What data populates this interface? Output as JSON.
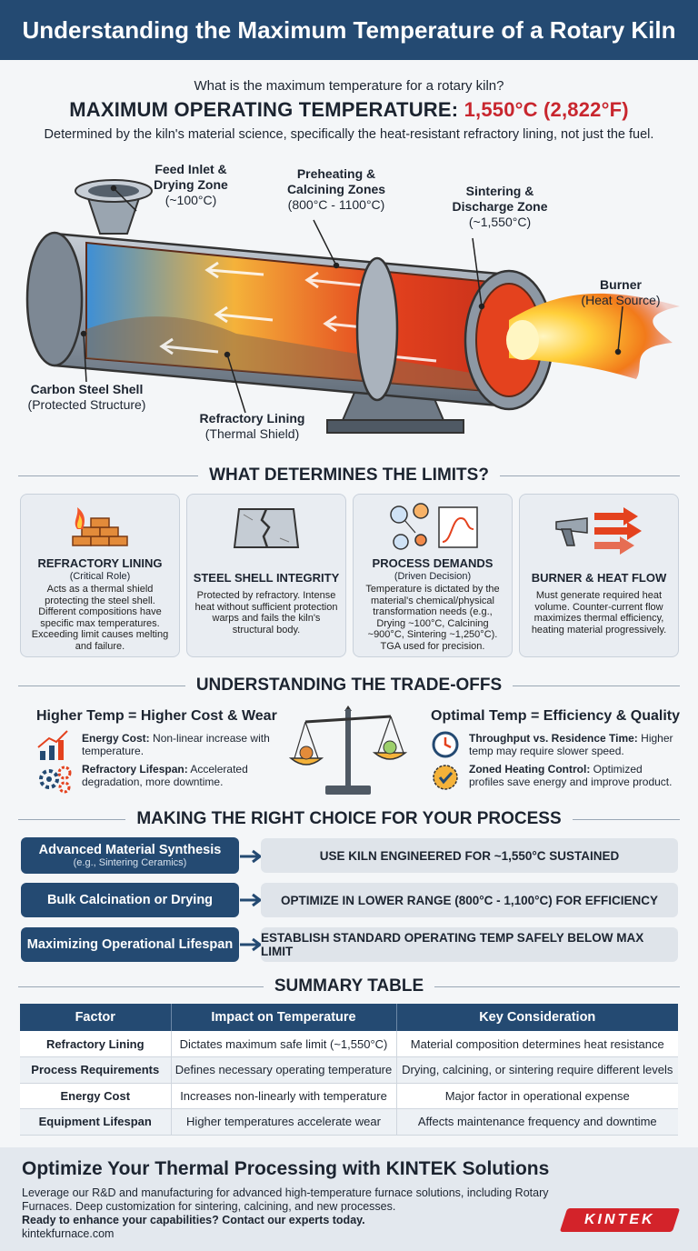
{
  "header": {
    "title": "Understanding the Maximum Temperature of a Rotary Kiln"
  },
  "intro": {
    "question": "What is the maximum temperature for a rotary kiln?",
    "max_label": "MAXIMUM OPERATING TEMPERATURE:",
    "max_value": "1,550°C (2,822°F)",
    "note": "Determined by the kiln's material science, specifically the heat-resistant refractory lining, not just the fuel."
  },
  "diagram": {
    "feed": {
      "title1": "Feed Inlet &",
      "title2": "Drying Zone",
      "sub": "(~100°C)"
    },
    "preheat": {
      "title1": "Preheating &",
      "title2": "Calcining Zones",
      "sub": "(800°C - 1100°C)"
    },
    "sinter": {
      "title1": "Sintering &",
      "title2": "Discharge Zone",
      "sub": "(~1,550°C)"
    },
    "burner": {
      "title": "Burner",
      "sub": "(Heat Source)"
    },
    "shell": {
      "title": "Carbon Steel Shell",
      "sub": "(Protected Structure)"
    },
    "lining": {
      "title": "Refractory Lining",
      "sub": "(Thermal Shield)"
    },
    "colors": {
      "shell": "#9aa5b0",
      "cool": "#3d8fd6",
      "mid": "#f4b23a",
      "hot": "#e4421e",
      "flame": "#ffcf3a"
    }
  },
  "limits": {
    "heading": "WHAT DETERMINES THE LIMITS?",
    "cards": [
      {
        "icon": "brick-wall-fire-icon",
        "title": "REFRACTORY LINING",
        "sub": "(Critical Role)",
        "desc": "Acts as a thermal shield protecting the steel shell. Different compositions have specific max temperatures. Exceeding limit causes melting and failure."
      },
      {
        "icon": "cracked-steel-plate-icon",
        "title": "STEEL SHELL INTEGRITY",
        "sub": "",
        "desc": "Protected by refractory. Intense heat without sufficient protection warps and fails the kiln's structural body."
      },
      {
        "icon": "molecule-chart-icon",
        "title": "PROCESS DEMANDS",
        "sub": "(Driven Decision)",
        "desc": "Temperature is dictated by the material's chemical/physical transformation needs (e.g., Drying ~100°C, Calcining ~900°C, Sintering ~1,250°C). TGA used for precision."
      },
      {
        "icon": "burner-flow-icon",
        "title": "BURNER & HEAT FLOW",
        "sub": "",
        "desc": "Must generate required heat volume. Counter-current flow maximizes thermal efficiency, heating material progressively."
      }
    ]
  },
  "tradeoffs": {
    "heading": "UNDERSTANDING THE TRADE-OFFS",
    "left": {
      "title": "Higher Temp = Higher Cost & Wear",
      "items": [
        {
          "label": "Energy Cost:",
          "text": " Non-linear increase with temperature."
        },
        {
          "label": "Refractory Lifespan:",
          "text": " Accelerated degradation, more downtime."
        }
      ]
    },
    "right": {
      "title": "Optimal Temp = Efficiency & Quality",
      "items": [
        {
          "label": "Throughput vs. Residence Time:",
          "text": " Higher temp may require slower speed."
        },
        {
          "label": "Zoned Heating Control:",
          "text": " Optimized profiles save energy and improve product."
        }
      ]
    }
  },
  "choice": {
    "heading": "MAKING THE RIGHT CHOICE FOR YOUR PROCESS",
    "rows": [
      {
        "left": "Advanced Material Synthesis",
        "sub": "(e.g., Sintering Ceramics)",
        "right": "USE KILN ENGINEERED FOR ~1,550°C SUSTAINED"
      },
      {
        "left": "Bulk Calcination or Drying",
        "sub": "",
        "right": "OPTIMIZE IN LOWER RANGE (800°C - 1,100°C) FOR EFFICIENCY"
      },
      {
        "left": "Maximizing Operational Lifespan",
        "sub": "",
        "right": "ESTABLISH STANDARD OPERATING TEMP SAFELY BELOW MAX LIMIT"
      }
    ]
  },
  "summary": {
    "heading": "SUMMARY TABLE",
    "columns": [
      "Factor",
      "Impact on Temperature",
      "Key Consideration"
    ],
    "rows": [
      [
        "Refractory Lining",
        "Dictates maximum safe limit (~1,550°C)",
        "Material composition determines heat resistance"
      ],
      [
        "Process Requirements",
        "Defines necessary operating temperature",
        "Drying, calcining, or sintering require different levels"
      ],
      [
        "Energy Cost",
        "Increases non-linearly with temperature",
        "Major factor in operational expense"
      ],
      [
        "Equipment Lifespan",
        "Higher temperatures accelerate wear",
        "Affects maintenance frequency and downtime"
      ]
    ]
  },
  "footer": {
    "title": "Optimize Your Thermal Processing with KINTEK Solutions",
    "line1": "Leverage our R&D and manufacturing for advanced high-temperature furnace solutions, including Rotary Furnaces. Deep customization for sintering, calcining, and new processes.",
    "cta": "Ready to enhance your capabilities? Contact our experts today.",
    "site": "kintekfurnace.com",
    "logo": "KINTEK",
    "brand_color": "#d3232a"
  }
}
